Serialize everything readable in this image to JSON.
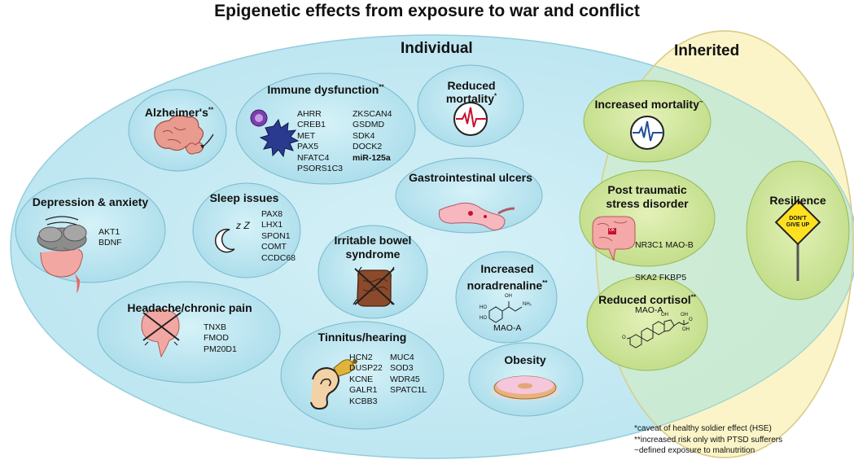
{
  "title": "Epigenetic effects from exposure to war and conflict",
  "regions": {
    "individual": "Individual",
    "inherited": "Inherited"
  },
  "colors": {
    "individual_fill": "#bfe9f3",
    "inherited_fill": "#fbf3c4",
    "bubble_blue": "#b9e2ef",
    "bubble_green": "#d6ea9f",
    "bubble_yellowgreen": "#dfeca5",
    "organ_pink": "#f2a0a0",
    "heart_red": "#c8102e",
    "trace_blue": "#1f4f9a"
  },
  "bubbles": {
    "alzheimers": {
      "title": "Alzheimer's",
      "mark": "**",
      "icon": "brain-icon"
    },
    "immune": {
      "title": "Immune dysfunction",
      "mark": "**",
      "icon": "immune-cells-icon",
      "genes_left": [
        "AHRR",
        "CREB1",
        "MET",
        "PAX5",
        "NFATC4",
        "PSORS1C3"
      ],
      "genes_right": [
        "ZKSCAN4",
        "GSDMD",
        "SDK4",
        "DOCK2",
        "miR-125a"
      ]
    },
    "reduced_mortality": {
      "title": "Reduced mortality",
      "mark": "*",
      "icon": "heartbeat-icon"
    },
    "depression": {
      "title": "Depression & anxiety",
      "icon": "stormy-brain-icon",
      "genes": [
        "AKT1",
        "BDNF"
      ]
    },
    "sleep": {
      "title": "Sleep issues",
      "icon": "moon-icon",
      "sleep_letters": "z Z",
      "genes": [
        "PAX8",
        "LHX1",
        "SPON1",
        "COMT",
        "CCDC68"
      ]
    },
    "gi_ulcers": {
      "title": "Gastrointestinal ulcers",
      "icon": "stomach-icon"
    },
    "ibs": {
      "title_line1": "Irritable bowel",
      "title_line2": "syndrome",
      "icon": "intestine-icon"
    },
    "noradrenaline": {
      "title_line1": "Increased",
      "title_line2": "noradrenaline",
      "mark": "**",
      "icon": "noradrenaline-molecule-icon",
      "genes": [
        "MAO-A"
      ],
      "molecule_labels": {
        "oh_top": "OH",
        "nh2": "NH₂",
        "ho_1": "HO",
        "ho_2": "HO"
      }
    },
    "headache": {
      "title": "Headache/chronic pain",
      "icon": "head-pain-icon",
      "genes": [
        "TNXB",
        "FMOD",
        "PM20D1"
      ]
    },
    "tinnitus": {
      "title": "Tinnitus/hearing",
      "icon": "ear-bell-icon",
      "genes_left": [
        "HCN2",
        "DUSP22",
        "KCNE",
        "GALR1",
        "KCBB3"
      ],
      "genes_right": [
        "MUC4",
        "SOD3",
        "WDR45",
        "SPATC1L"
      ]
    },
    "obesity": {
      "title": "Obesity",
      "icon": "donut-icon"
    },
    "increased_mortality": {
      "title": "Increased mortality",
      "mark": "~",
      "icon": "heartbeat-icon"
    },
    "ptsd": {
      "title_line1": "Post traumatic",
      "title_line2": "stress disorder",
      "icon": "stressed-brain-icon",
      "icon_text": "OK",
      "genes_rows": [
        "NR3C1  MAO-B",
        "SKA2    FKBP5",
        "MAO-A"
      ]
    },
    "resilience": {
      "title": "Resilience",
      "icon": "dont-give-up-sign-icon",
      "sign_line1": "DON'T",
      "sign_line2": "GIVE UP"
    },
    "reduced_cortisol": {
      "title": "Reduced cortisol",
      "mark": "**",
      "icon": "cortisol-molecule-icon",
      "molecule_labels": {
        "oh_1": "OH",
        "oh_2": "OH",
        "oh_3": "OH",
        "o_1": "O",
        "o_2": "O"
      }
    }
  },
  "footnotes": [
    "*caveat of healthy soldier effect (HSE)",
    "**increased risk only with PTSD sufferers",
    "~defined exposure to malnutrition"
  ]
}
